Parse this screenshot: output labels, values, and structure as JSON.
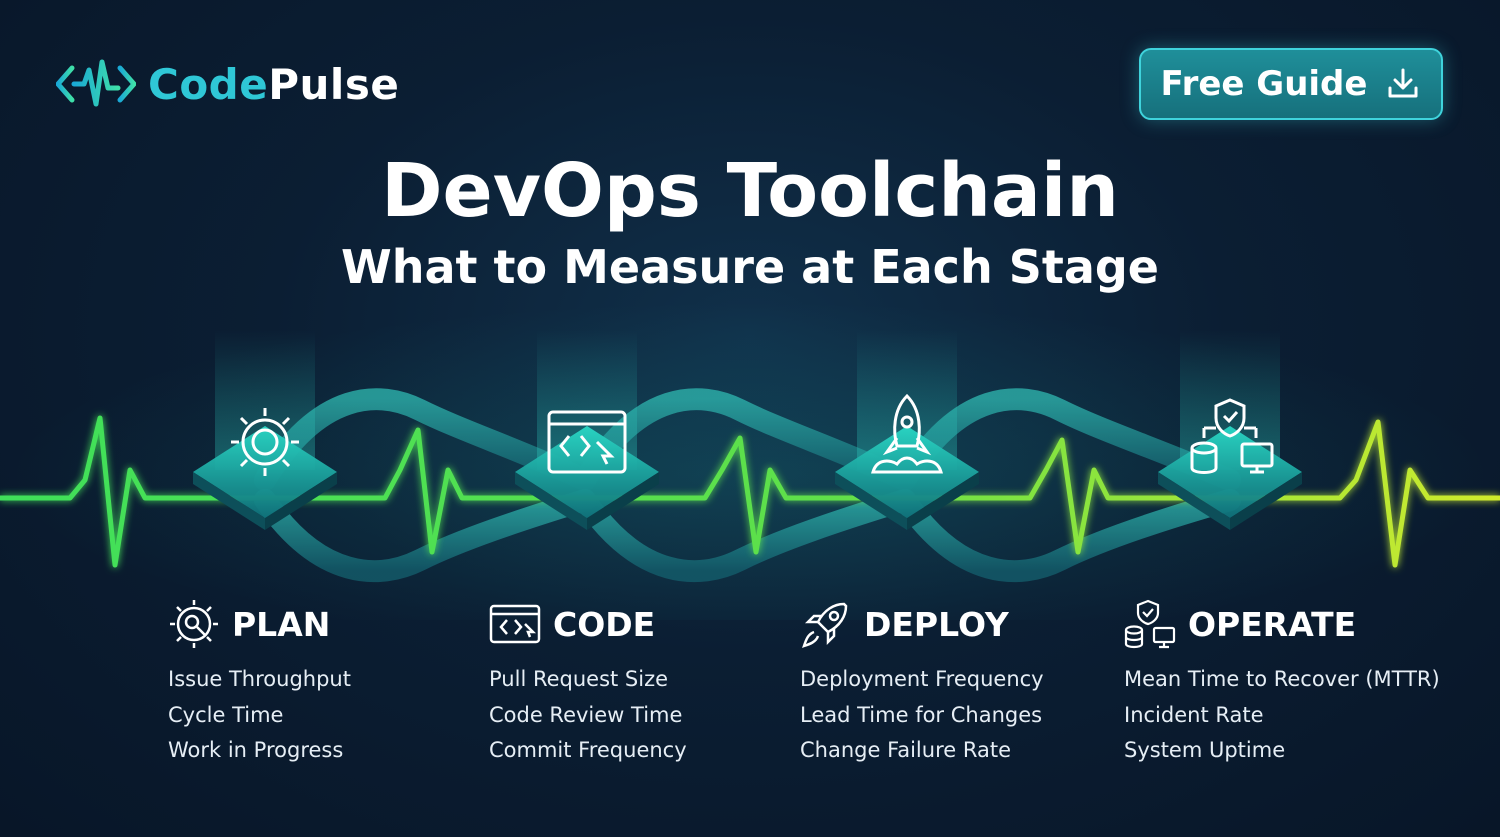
{
  "brand": {
    "name_part1": "Code",
    "name_part2": "Pulse",
    "logo_icon": "code-pulse-icon",
    "accent_color": "#2fc7d6"
  },
  "cta": {
    "label": "Free Guide",
    "icon": "download-icon"
  },
  "header": {
    "title": "DevOps Toolchain",
    "subtitle": "What to Measure at Each Stage"
  },
  "colors": {
    "background": "#0b1e33",
    "teal": "#2fd6c8",
    "green": "#3fe05a",
    "lime": "#c6ea2c"
  },
  "stages": [
    {
      "name": "PLAN",
      "icon": "gear-team-icon",
      "metrics": [
        "Issue Throughput",
        "Cycle Time",
        "Work in Progress"
      ]
    },
    {
      "name": "CODE",
      "icon": "code-window-icon",
      "metrics": [
        "Pull Request Size",
        "Code Review Time",
        "Commit Frequency"
      ]
    },
    {
      "name": "DEPLOY",
      "icon": "rocket-icon",
      "metrics": [
        "Deployment Frequency",
        "Lead Time for Changes",
        "Change Failure Rate"
      ]
    },
    {
      "name": "OPERATE",
      "icon": "shield-servers-icon",
      "metrics": [
        "Mean Time to Recover (MTTR)",
        "Incident Rate",
        "System Uptime"
      ]
    }
  ]
}
